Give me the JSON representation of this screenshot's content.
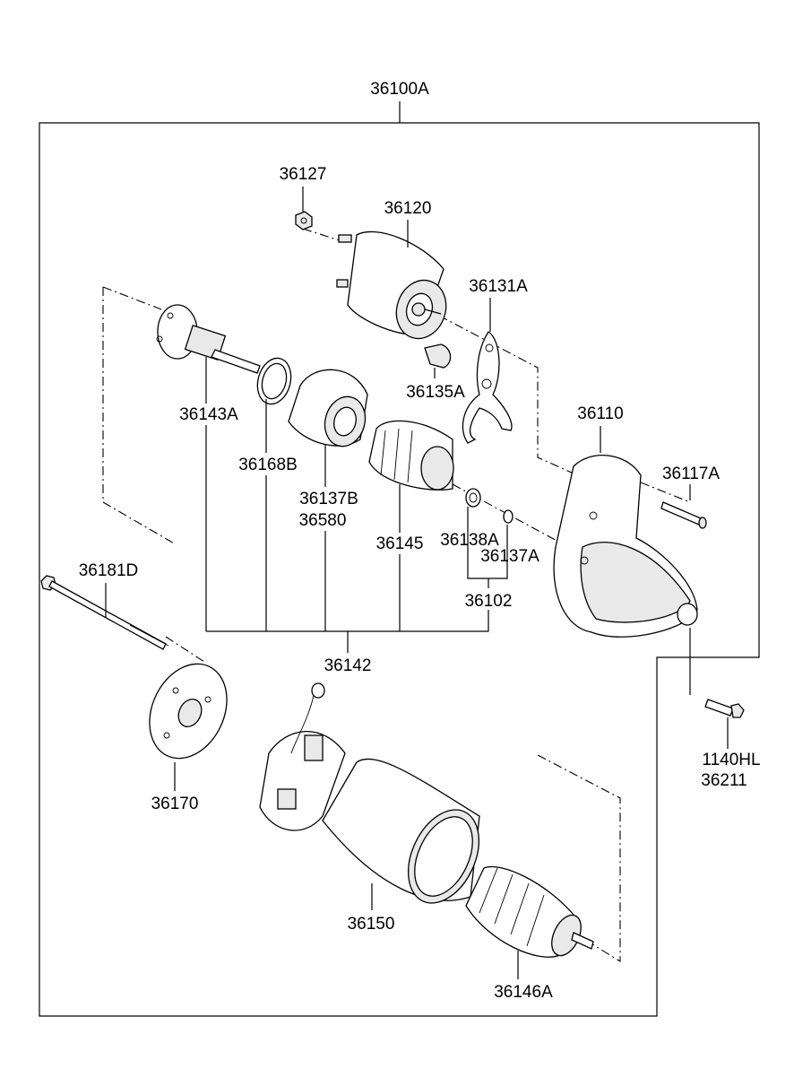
{
  "labels": {
    "assembly": "36100A",
    "nut": "36127",
    "solenoid": "36120",
    "lever": "36131A",
    "shaft": "36143A",
    "plunger": "36135A",
    "front_housing": "36110",
    "washer": "36168B",
    "bolt_housing": "36117A",
    "gear_housing_a": "36137B",
    "gear_housing_b": "36580",
    "clutch": "36145",
    "stop_ring": "36138A",
    "snap_ring": "36137A",
    "through_bolt": "36181D",
    "ring_set": "36102",
    "gear_set": "36142",
    "bolt_a": "1140HL",
    "bolt_b": "36211",
    "rear_cover": "36170",
    "yoke": "36150",
    "armature": "36146A"
  },
  "colors": {
    "line": "#000000",
    "shade": "#e9e9e9",
    "background": "#ffffff"
  }
}
